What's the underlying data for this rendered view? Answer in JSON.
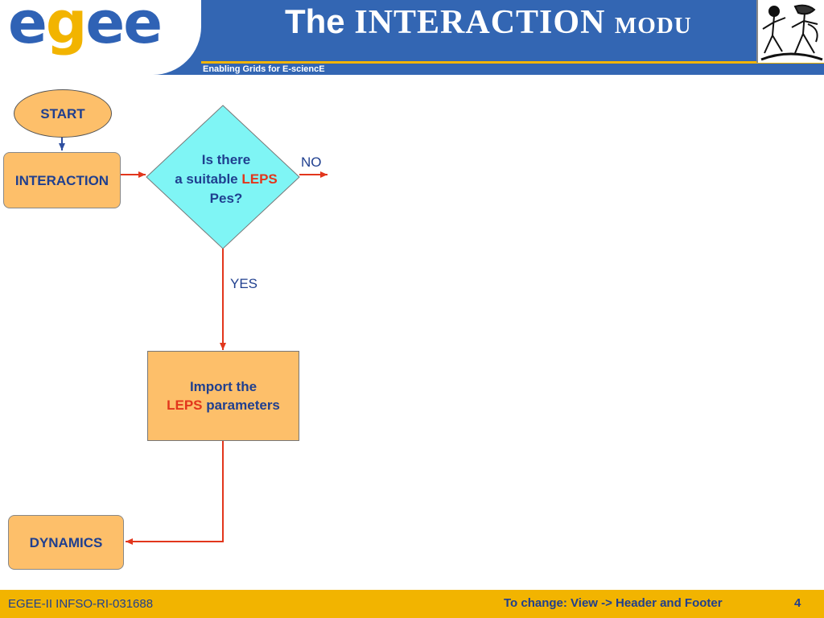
{
  "header": {
    "logo_prefix": "e",
    "logo_g": "g",
    "logo_suffix": "ee",
    "title_prefix": "The ",
    "title_main": "INTERACTION modu",
    "tagline": "Enabling Grids for E-sciencE"
  },
  "diagram": {
    "start": "START",
    "interaction": "INTERACTION",
    "decision": {
      "line1": "Is there",
      "line2_prefix": "a suitable ",
      "line2_highlight": "LEPS",
      "line3": "Pes?"
    },
    "no_label": "NO",
    "yes_label": "YES",
    "import": {
      "line1": "Import the",
      "line2_highlight": "LEPS",
      "line2_suffix": " parameters"
    },
    "dynamics": "DYNAMICS"
  },
  "footer": {
    "left": "EGEE-II INFSO-RI-031688",
    "center": "To change: View -> Header and Footer",
    "page": "4"
  },
  "colors": {
    "header_blue": "#3366b3",
    "accent_gold": "#f2b400",
    "node_orange": "#fdbf6a",
    "decision_cyan": "#7ff5f5",
    "arrow_red": "#e2361c",
    "text_blue": "#1f3f8f"
  }
}
